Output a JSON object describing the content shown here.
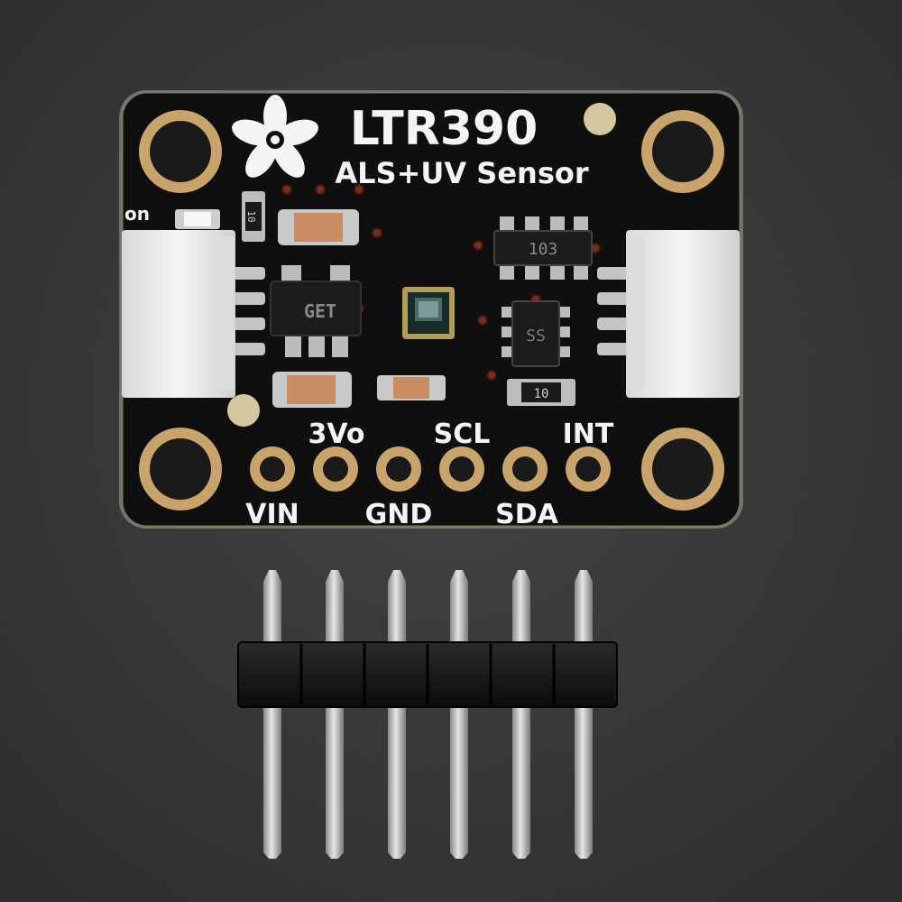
{
  "board": {
    "title": "LTR390",
    "subtitle": "ALS+UV Sensor",
    "power_led_label": "on"
  },
  "pins": {
    "top_labels": [
      "3Vo",
      "SCL",
      "INT"
    ],
    "bottom_labels": [
      "VIN",
      "GND",
      "SDA"
    ]
  },
  "chips": {
    "regulator_marking": "GET",
    "resistor_array_marking": "103",
    "mosfet_marking": "SS",
    "resistor_left_marking": "10",
    "resistor_right_marking": "10"
  },
  "colors": {
    "background": "#3a3a3a",
    "pcb": "#101010",
    "silkscreen": "#f4f4f4",
    "gold": "#c8a46a",
    "connector": "#ececec"
  }
}
